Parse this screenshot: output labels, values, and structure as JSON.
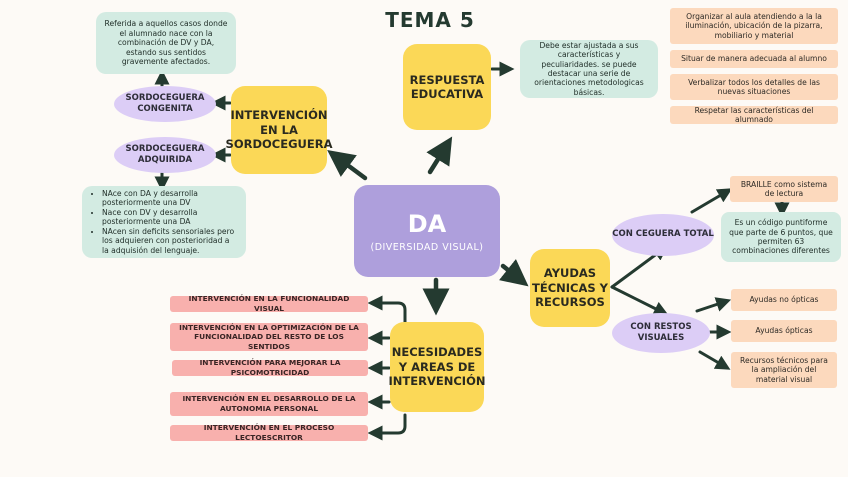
{
  "title": "TEMA 5",
  "center": {
    "main": "DA",
    "subtitle": "(DIVERSIDAD VISUAL)"
  },
  "sordoceguera": {
    "label": "INTERVENCIÓN EN LA SORDOCEGUERA",
    "congenita": {
      "label": "SORDOCEGUERA CONGENITA",
      "description": "Referida a aquellos casos donde el alumnado nace con la combinación de DV y DA, estando sus sentidos gravemente afectados."
    },
    "adquirida": {
      "label": "SORDOCEGUERA ADQUIRIDA",
      "bullets": [
        "NAce con DA y desarrolla posteriormente una DV",
        "Nace con DV y desarrolla posteriormente una DA",
        "NAcen sin deficits sensoriales pero los adquieren con posterioridad a la adquisión del lenguaje."
      ]
    }
  },
  "respuesta": {
    "label": "RESPUESTA EDUCATIVA",
    "description": "Debe estar ajustada a sus características y peculiaridades. se puede destacar una serie de orientaciones metodologicas básicas.",
    "orientaciones": [
      "Organizar al aula atendiendo a la la iluminación, ubicación de la pizarra, mobiliario y material",
      "Situar de manera adecuada al alumno",
      "Verbalizar todos los detalles de las nuevas situaciones",
      "Respetar las características del alumnado"
    ]
  },
  "ayudas": {
    "label": "AYUDAS TÉCNICAS Y RECURSOS",
    "ceguera_total": {
      "label": "CON CEGUERA TOTAL",
      "braille": "BRAILLE como sistema de lectura",
      "braille_description": "Es un código puntiforme que parte de 6 puntos, que permiten 63 combinaciones diferentes"
    },
    "restos_visuales": {
      "label": "CON RESTOS VISUALES",
      "items": [
        "Ayudas no ópticas",
        "Ayudas ópticas",
        "Recursos técnicos para la ampliación del material visual"
      ]
    }
  },
  "necesidades": {
    "label": "NECESIDADES Y AREAS DE INTERVENCIÓN",
    "items": [
      "INTERVENCIÓN EN LA FUNCIONALIDAD VISUAL",
      "INTERVENCIÓN EN LA OPTIMIZACIÓN DE LA FUNCIONALIDAD DEL RESTO DE LOS SENTIDOS",
      "INTERVENCIÓN PARA MEJORAR LA PSICOMOTRICIDAD",
      "INTERVENCIÓN EN EL DESARROLLO DE LA AUTONOMIA PERSONAL",
      "INTERVENCIÓN EN EL PROCESO LECTOESCRITOR"
    ]
  },
  "colors": {
    "background": "#fdfaf6",
    "yellow": "#fbd857",
    "purple": "#ae9fdc",
    "lavender": "#dccdf6",
    "mint": "#d3ebe2",
    "peach": "#fcd9bd",
    "pink": "#f8b0ad",
    "arrow": "#243a30"
  }
}
